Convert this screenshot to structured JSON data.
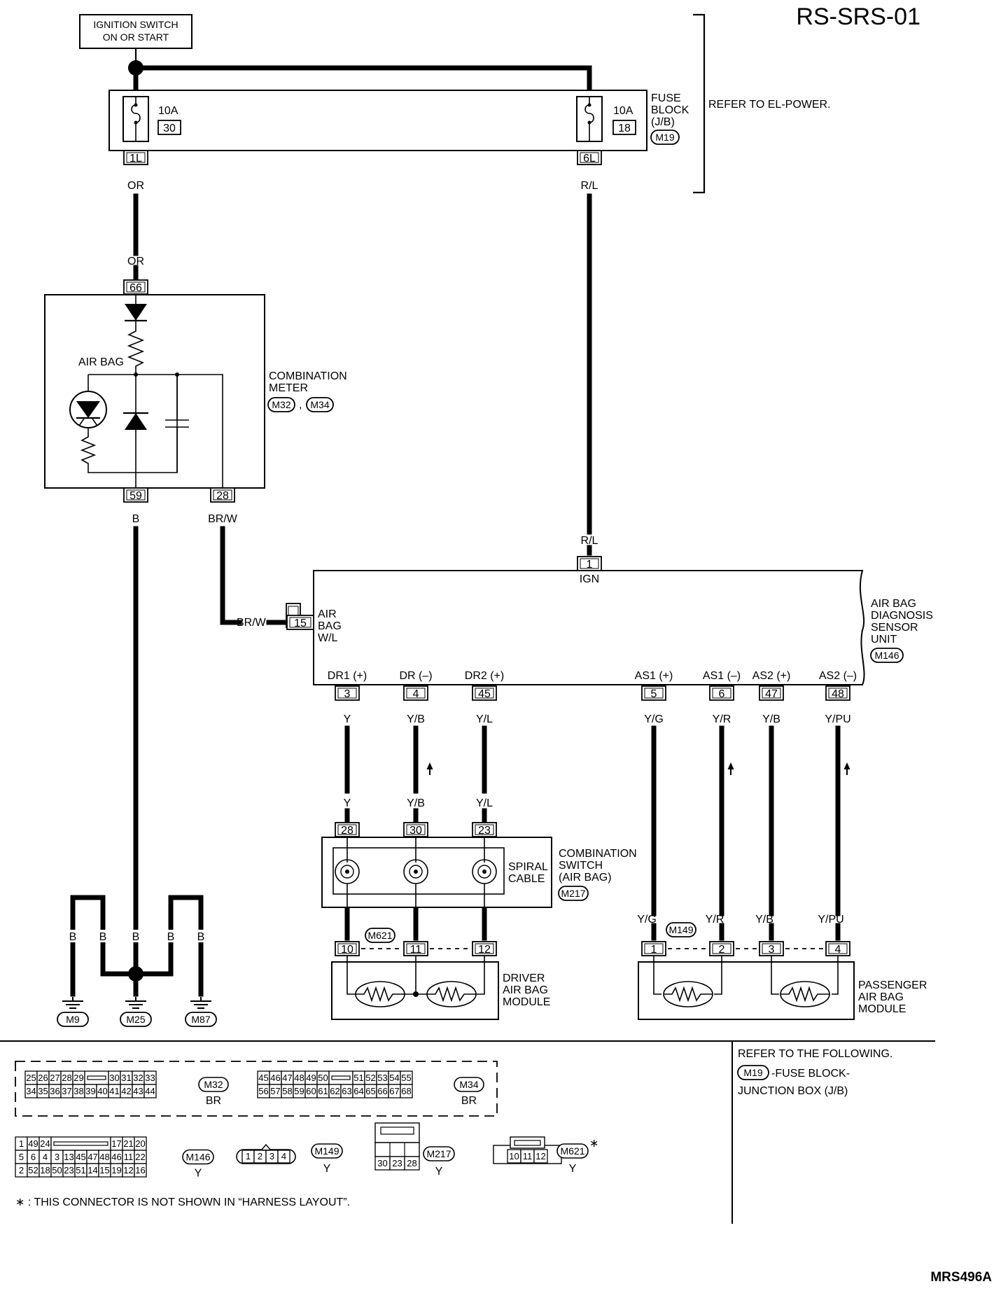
{
  "title": "RS-SRS-01",
  "figure_code": "MRS496A",
  "ignition_switch": {
    "line1": "IGNITION SWITCH",
    "line2": "ON OR START"
  },
  "fuse_block": {
    "label": [
      "FUSE",
      "BLOCK",
      "(J/B)"
    ],
    "connector": "M19",
    "refer": "REFER TO EL-POWER.",
    "fuses": [
      {
        "amp": "10A",
        "number": "30",
        "terminal": "1L",
        "wire": "OR"
      },
      {
        "amp": "10A",
        "number": "18",
        "terminal": "6L",
        "wire": "R/L"
      }
    ]
  },
  "combination_meter": {
    "label": [
      "COMBINATION",
      "METER"
    ],
    "connectors": [
      "M32",
      "M34"
    ],
    "comma": ",",
    "lamp_label": "AIR BAG",
    "in_terminal": "66",
    "in_wire": "OR",
    "out_terminals": [
      {
        "terminal": "59",
        "wire": "B"
      },
      {
        "terminal": "28",
        "wire": "BR/W"
      }
    ]
  },
  "sensor_unit": {
    "label": [
      "AIR BAG",
      "DIAGNOSIS",
      "SENSOR",
      "UNIT"
    ],
    "connector": "M146",
    "ign_terminal": "1",
    "ign_label": "IGN",
    "ign_wire": "R/L",
    "wl_terminal": "15",
    "wl_label": [
      "AIR",
      "BAG",
      "W/L"
    ],
    "wl_wire": "BR/W",
    "pins": [
      {
        "name": "DR1 (+)",
        "terminal": "3",
        "wire": "Y"
      },
      {
        "name": "DR (–)",
        "terminal": "4",
        "wire": "Y/B"
      },
      {
        "name": "DR2 (+)",
        "terminal": "45",
        "wire": "Y/L"
      },
      {
        "name": "AS1 (+)",
        "terminal": "5",
        "wire": "Y/G"
      },
      {
        "name": "AS1 (–)",
        "terminal": "6",
        "wire": "Y/R"
      },
      {
        "name": "AS2 (+)",
        "terminal": "47",
        "wire": "Y/B"
      },
      {
        "name": "AS2 (–)",
        "terminal": "48",
        "wire": "Y/PU"
      }
    ]
  },
  "combination_switch": {
    "label": [
      "COMBINATION",
      "SWITCH",
      "(AIR BAG)"
    ],
    "connector": "M217",
    "spiral": [
      "SPIRAL",
      "CABLE"
    ],
    "terminals": [
      {
        "terminal": "28",
        "wire": "Y"
      },
      {
        "terminal": "30",
        "wire": "Y/B"
      },
      {
        "terminal": "23",
        "wire": "Y/L"
      }
    ]
  },
  "driver_module": {
    "label": [
      "DRIVER",
      "AIR BAG",
      "MODULE"
    ],
    "connector": "M621",
    "terminals": [
      "10",
      "11",
      "12"
    ]
  },
  "passenger_module": {
    "label": [
      "PASSENGER",
      "AIR BAG",
      "MODULE"
    ],
    "connector": "M149",
    "terminals": [
      "1",
      "2",
      "3",
      "4"
    ],
    "wires": [
      "Y/G",
      "Y/R",
      "Y/B",
      "Y/PU"
    ]
  },
  "grounds": {
    "wires": [
      "B",
      "B",
      "B",
      "B",
      "B"
    ],
    "connectors": [
      "M9",
      "M25",
      "M87"
    ]
  },
  "connector_views": {
    "m32": {
      "row1": [
        "25",
        "26",
        "27",
        "28",
        "29",
        "30",
        "31",
        "32",
        "33"
      ],
      "row2": [
        "34",
        "35",
        "36",
        "37",
        "38",
        "39",
        "40",
        "41",
        "42",
        "43",
        "44"
      ],
      "id": "M32",
      "color": "BR"
    },
    "m34": {
      "row1": [
        "45",
        "46",
        "47",
        "48",
        "49",
        "50",
        "51",
        "52",
        "53",
        "54",
        "55"
      ],
      "row2": [
        "56",
        "57",
        "58",
        "59",
        "60",
        "61",
        "62",
        "63",
        "64",
        "65",
        "66",
        "67",
        "68"
      ],
      "id": "M34",
      "color": "BR"
    },
    "m146": {
      "row1": [
        "1",
        "49",
        "24",
        "17",
        "21",
        "20"
      ],
      "row2": [
        "5",
        "6",
        "4",
        "3",
        "13",
        "45",
        "47",
        "48",
        "46",
        "11",
        "22"
      ],
      "row3": [
        "2",
        "52",
        "18",
        "50",
        "23",
        "51",
        "14",
        "15",
        "19",
        "12",
        "16"
      ],
      "id": "M146",
      "color": "Y"
    },
    "m149": {
      "pins": [
        "1",
        "2",
        "3",
        "4"
      ],
      "id": "M149",
      "color": "Y"
    },
    "m217": {
      "pins": [
        "30",
        "23",
        "28"
      ],
      "id": "M217",
      "color": "Y"
    },
    "m621": {
      "pins": [
        "10",
        "11",
        "12"
      ],
      "id": "M621",
      "color": "Y",
      "mark": "∗"
    }
  },
  "footnote": "∗ : THIS CONNECTOR IS NOT SHOWN IN “HARNESS LAYOUT”.",
  "refer_following": {
    "line1": "REFER TO THE FOLLOWING.",
    "connector": "M19",
    "line2": "-FUSE BLOCK-",
    "line3": "JUNCTION BOX (J/B)"
  }
}
